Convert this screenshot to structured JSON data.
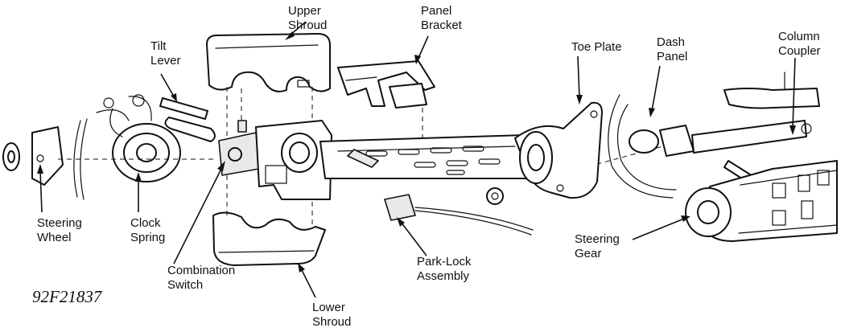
{
  "figure_code": "92F21837",
  "labels": {
    "upper_shroud": [
      "Upper",
      "Shroud"
    ],
    "panel_bracket": [
      "Panel",
      "Bracket"
    ],
    "tilt_lever": [
      "Tilt",
      "Lever"
    ],
    "toe_plate": [
      "Toe Plate"
    ],
    "dash_panel": [
      "Dash",
      "Panel"
    ],
    "column_coupler": [
      "Column",
      "Coupler"
    ],
    "steering_wheel": [
      "Steering",
      "Wheel"
    ],
    "clock_spring": [
      "Clock",
      "Spring"
    ],
    "combination_switch": [
      "Combination",
      "Switch"
    ],
    "park_lock_assembly": [
      "Park-Lock",
      "Assembly"
    ],
    "steering_gear": [
      "Steering",
      "Gear"
    ],
    "lower_shroud": [
      "Lower",
      "Shroud"
    ]
  }
}
